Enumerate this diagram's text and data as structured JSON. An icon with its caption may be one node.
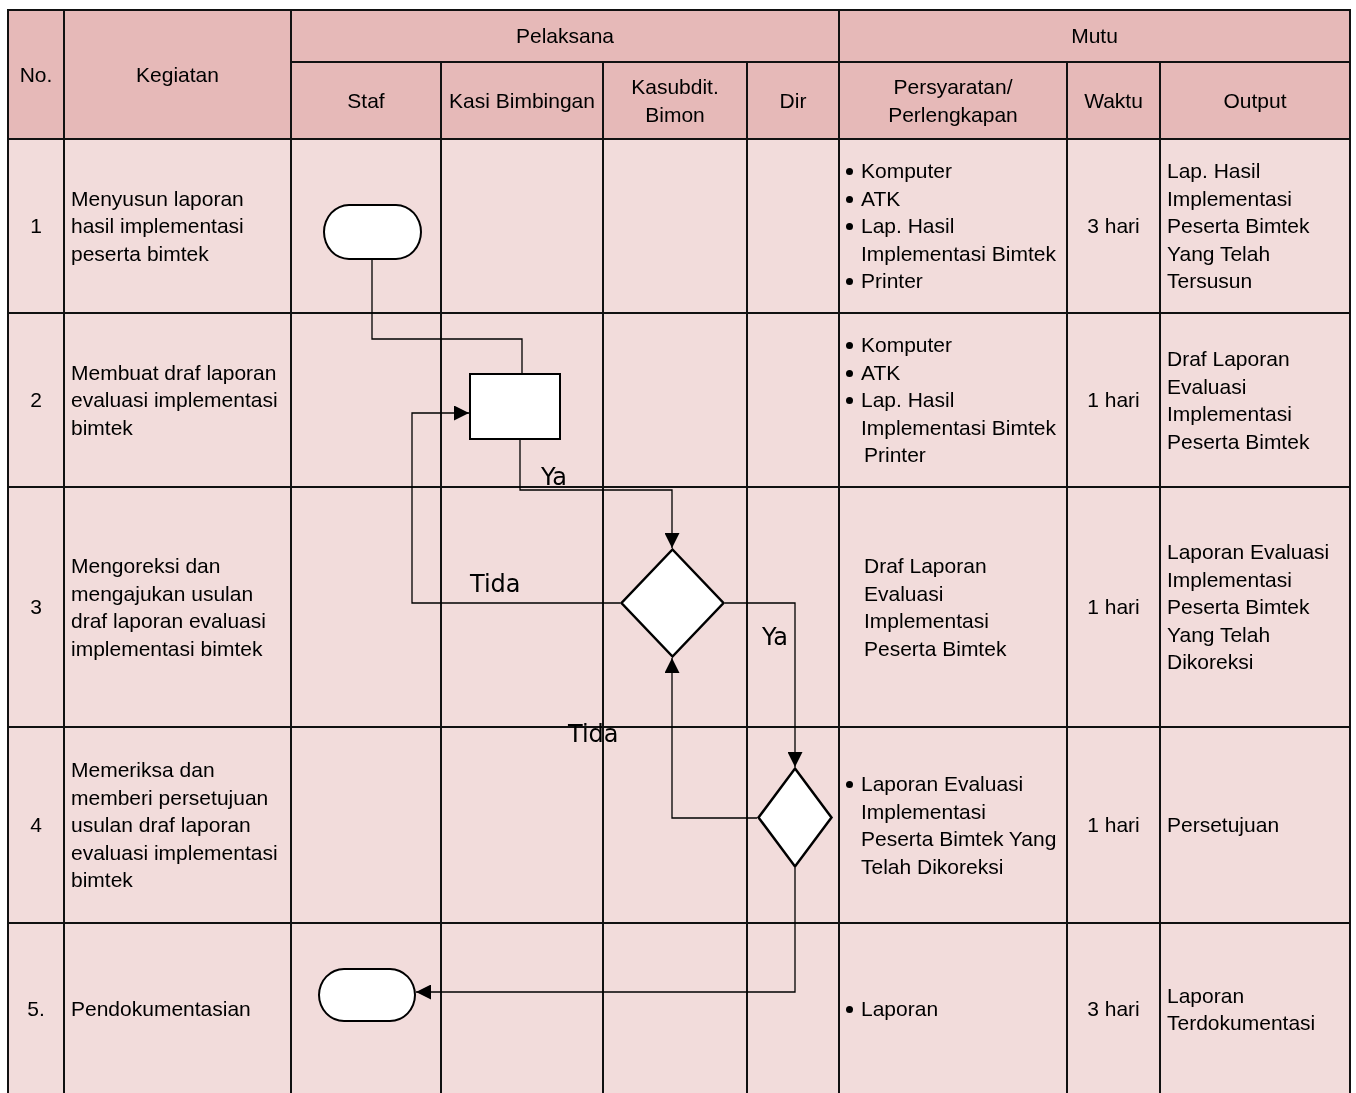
{
  "diagram": {
    "nodes": [
      {
        "text": [],
        "shape": "terminator"
      },
      {
        "text": [],
        "shape": "box"
      },
      {
        "text": [],
        "shape": "diamond"
      },
      {
        "text": [],
        "shape": "diamond"
      },
      {
        "text": [],
        "shape": "terminator"
      }
    ],
    "edges": [
      {
        "from": 0,
        "to": 1,
        "arrow": "none"
      },
      {
        "from": 1,
        "to": 2,
        "arrow": "to",
        "label": "Ya"
      },
      {
        "from": 2,
        "to": 1,
        "arrow": "to",
        "label": "Tida"
      },
      {
        "from": 2,
        "to": 3,
        "arrow": "to",
        "label": "Ya"
      },
      {
        "from": 3,
        "to": 2,
        "arrow": "to",
        "label": "Tida"
      },
      {
        "from": 3,
        "to": 4,
        "arrow": "to"
      }
    ],
    "labels": [
      "No.",
      "Kegiatan",
      "Pelaksana",
      "Mutu",
      "Staf",
      "Kasi Bimbingan",
      "Kasubdit. Bimon",
      "Dir",
      "Persyaratan/ Perlengkapan",
      "Waktu",
      "Output",
      "1",
      "Menyusun laporan hasil implementasi peserta bimtek",
      "Komputer",
      "ATK",
      "Lap. Hasil Implementasi Bimtek",
      "Printer",
      "3 hari",
      "Lap. Hasil Implementasi Peserta Bimtek Yang Telah Tersusun",
      "2",
      "Membuat draf laporan evaluasi implementasi bimtek",
      "Komputer",
      "ATK",
      "Lap. Hasil Implementasi Bimtek",
      "Printer",
      "1 hari",
      "Draf Laporan Evaluasi Implementasi Peserta Bimtek",
      "3",
      "Mengoreksi dan mengajukan usulan draf laporan evaluasi implementasi bimtek",
      "Draf Laporan Evaluasi Implementasi Peserta Bimtek",
      "1 hari",
      "Laporan Evaluasi Implementasi Peserta Bimtek Yang Telah Dikoreksi",
      "4",
      "Memeriksa dan memberi persetujuan usulan draf laporan evaluasi implementasi bimtek",
      "Laporan Evaluasi Implementasi Peserta Bimtek Yang Telah Dikoreksi",
      "1 hari",
      "Persetujuan",
      "5.",
      "Pendokumentasian",
      "Laporan",
      "3 hari",
      "Laporan Terdokumentasi"
    ]
  }
}
